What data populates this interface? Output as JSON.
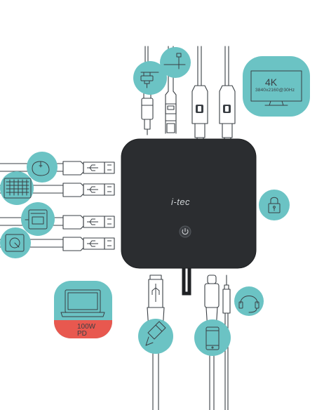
{
  "dock": {
    "logo_text": "i-tec",
    "power_icon": "power-icon"
  },
  "monitor_badge": {
    "resolution": "4K",
    "spec": "3840x2160@30Hz"
  },
  "power_delivery_badge": {
    "line1": "100W",
    "line2": "PD"
  },
  "colors": {
    "teal_circle": "#6bc3c4",
    "dock_body": "#2b2d30",
    "line_art": "#3a3f44",
    "pd_accent": "#e8584f"
  },
  "icons": [
    "power-plug-icon",
    "ethernet-icon",
    "monitor-4k-icon",
    "mouse-icon",
    "keyboard-icon",
    "hard-drive-icon",
    "external-disk-icon",
    "lock-icon",
    "laptop-icon",
    "usb-drive-icon",
    "smartphone-icon",
    "headset-icon"
  ]
}
